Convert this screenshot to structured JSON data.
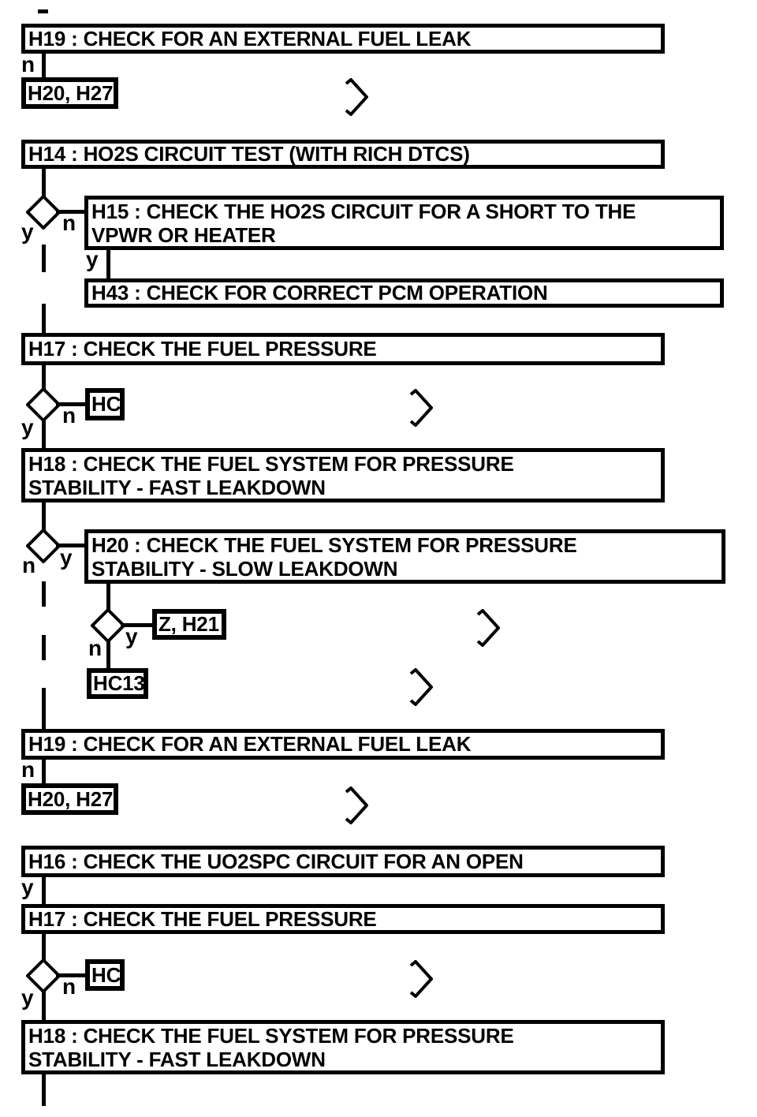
{
  "flowchart": {
    "continuation_dash": "-",
    "labels": {
      "yes": "y",
      "no": "n"
    },
    "colors": {
      "line": "#000000",
      "background": "#ffffff"
    },
    "boxes": {
      "h19a": {
        "text": "H19 : CHECK FOR AN EXTERNAL FUEL LEAK"
      },
      "h20h27a": {
        "text": "H20, H27"
      },
      "h14": {
        "text": "H14 : HO2S CIRCUIT TEST (WITH RICH DTCS)"
      },
      "h15": {
        "line1": "H15 : CHECK THE HO2S CIRCUIT FOR A SHORT TO THE",
        "line2": "VPWR OR HEATER"
      },
      "h43": {
        "text": "H43 : CHECK FOR CORRECT PCM OPERATION"
      },
      "h17a": {
        "text": "H17 : CHECK THE FUEL PRESSURE"
      },
      "hca": {
        "text": "HC"
      },
      "h18a": {
        "line1": "H18 : CHECK THE FUEL SYSTEM FOR PRESSURE",
        "line2": "STABILITY - FAST LEAKDOWN"
      },
      "h20": {
        "line1": "H20 : CHECK THE FUEL SYSTEM FOR PRESSURE",
        "line2": "STABILITY - SLOW LEAKDOWN"
      },
      "zh21": {
        "text": "Z, H21"
      },
      "hc13": {
        "text": "HC13"
      },
      "h19b": {
        "text": "H19 : CHECK FOR AN EXTERNAL FUEL LEAK"
      },
      "h20h27b": {
        "text": "H20, H27"
      },
      "h16": {
        "text": "H16 : CHECK THE UO2SPC CIRCUIT FOR AN OPEN"
      },
      "h17b": {
        "text": "H17 : CHECK THE FUEL PRESSURE"
      },
      "hcb": {
        "text": "HC"
      },
      "h18b": {
        "line1": "H18 : CHECK THE FUEL SYSTEM FOR PRESSURE",
        "line2": "STABILITY - FAST LEAKDOWN"
      }
    }
  }
}
